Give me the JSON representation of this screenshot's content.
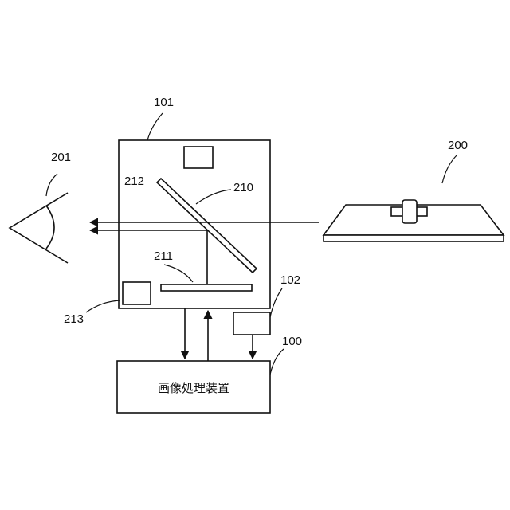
{
  "labels": {
    "device": "101",
    "eye": "201",
    "object": "200",
    "half_mirror": "210",
    "display": "211",
    "camera": "212",
    "sensor": "213",
    "module": "102",
    "processor": "100"
  },
  "processor_box_text": "画像処理装置"
}
